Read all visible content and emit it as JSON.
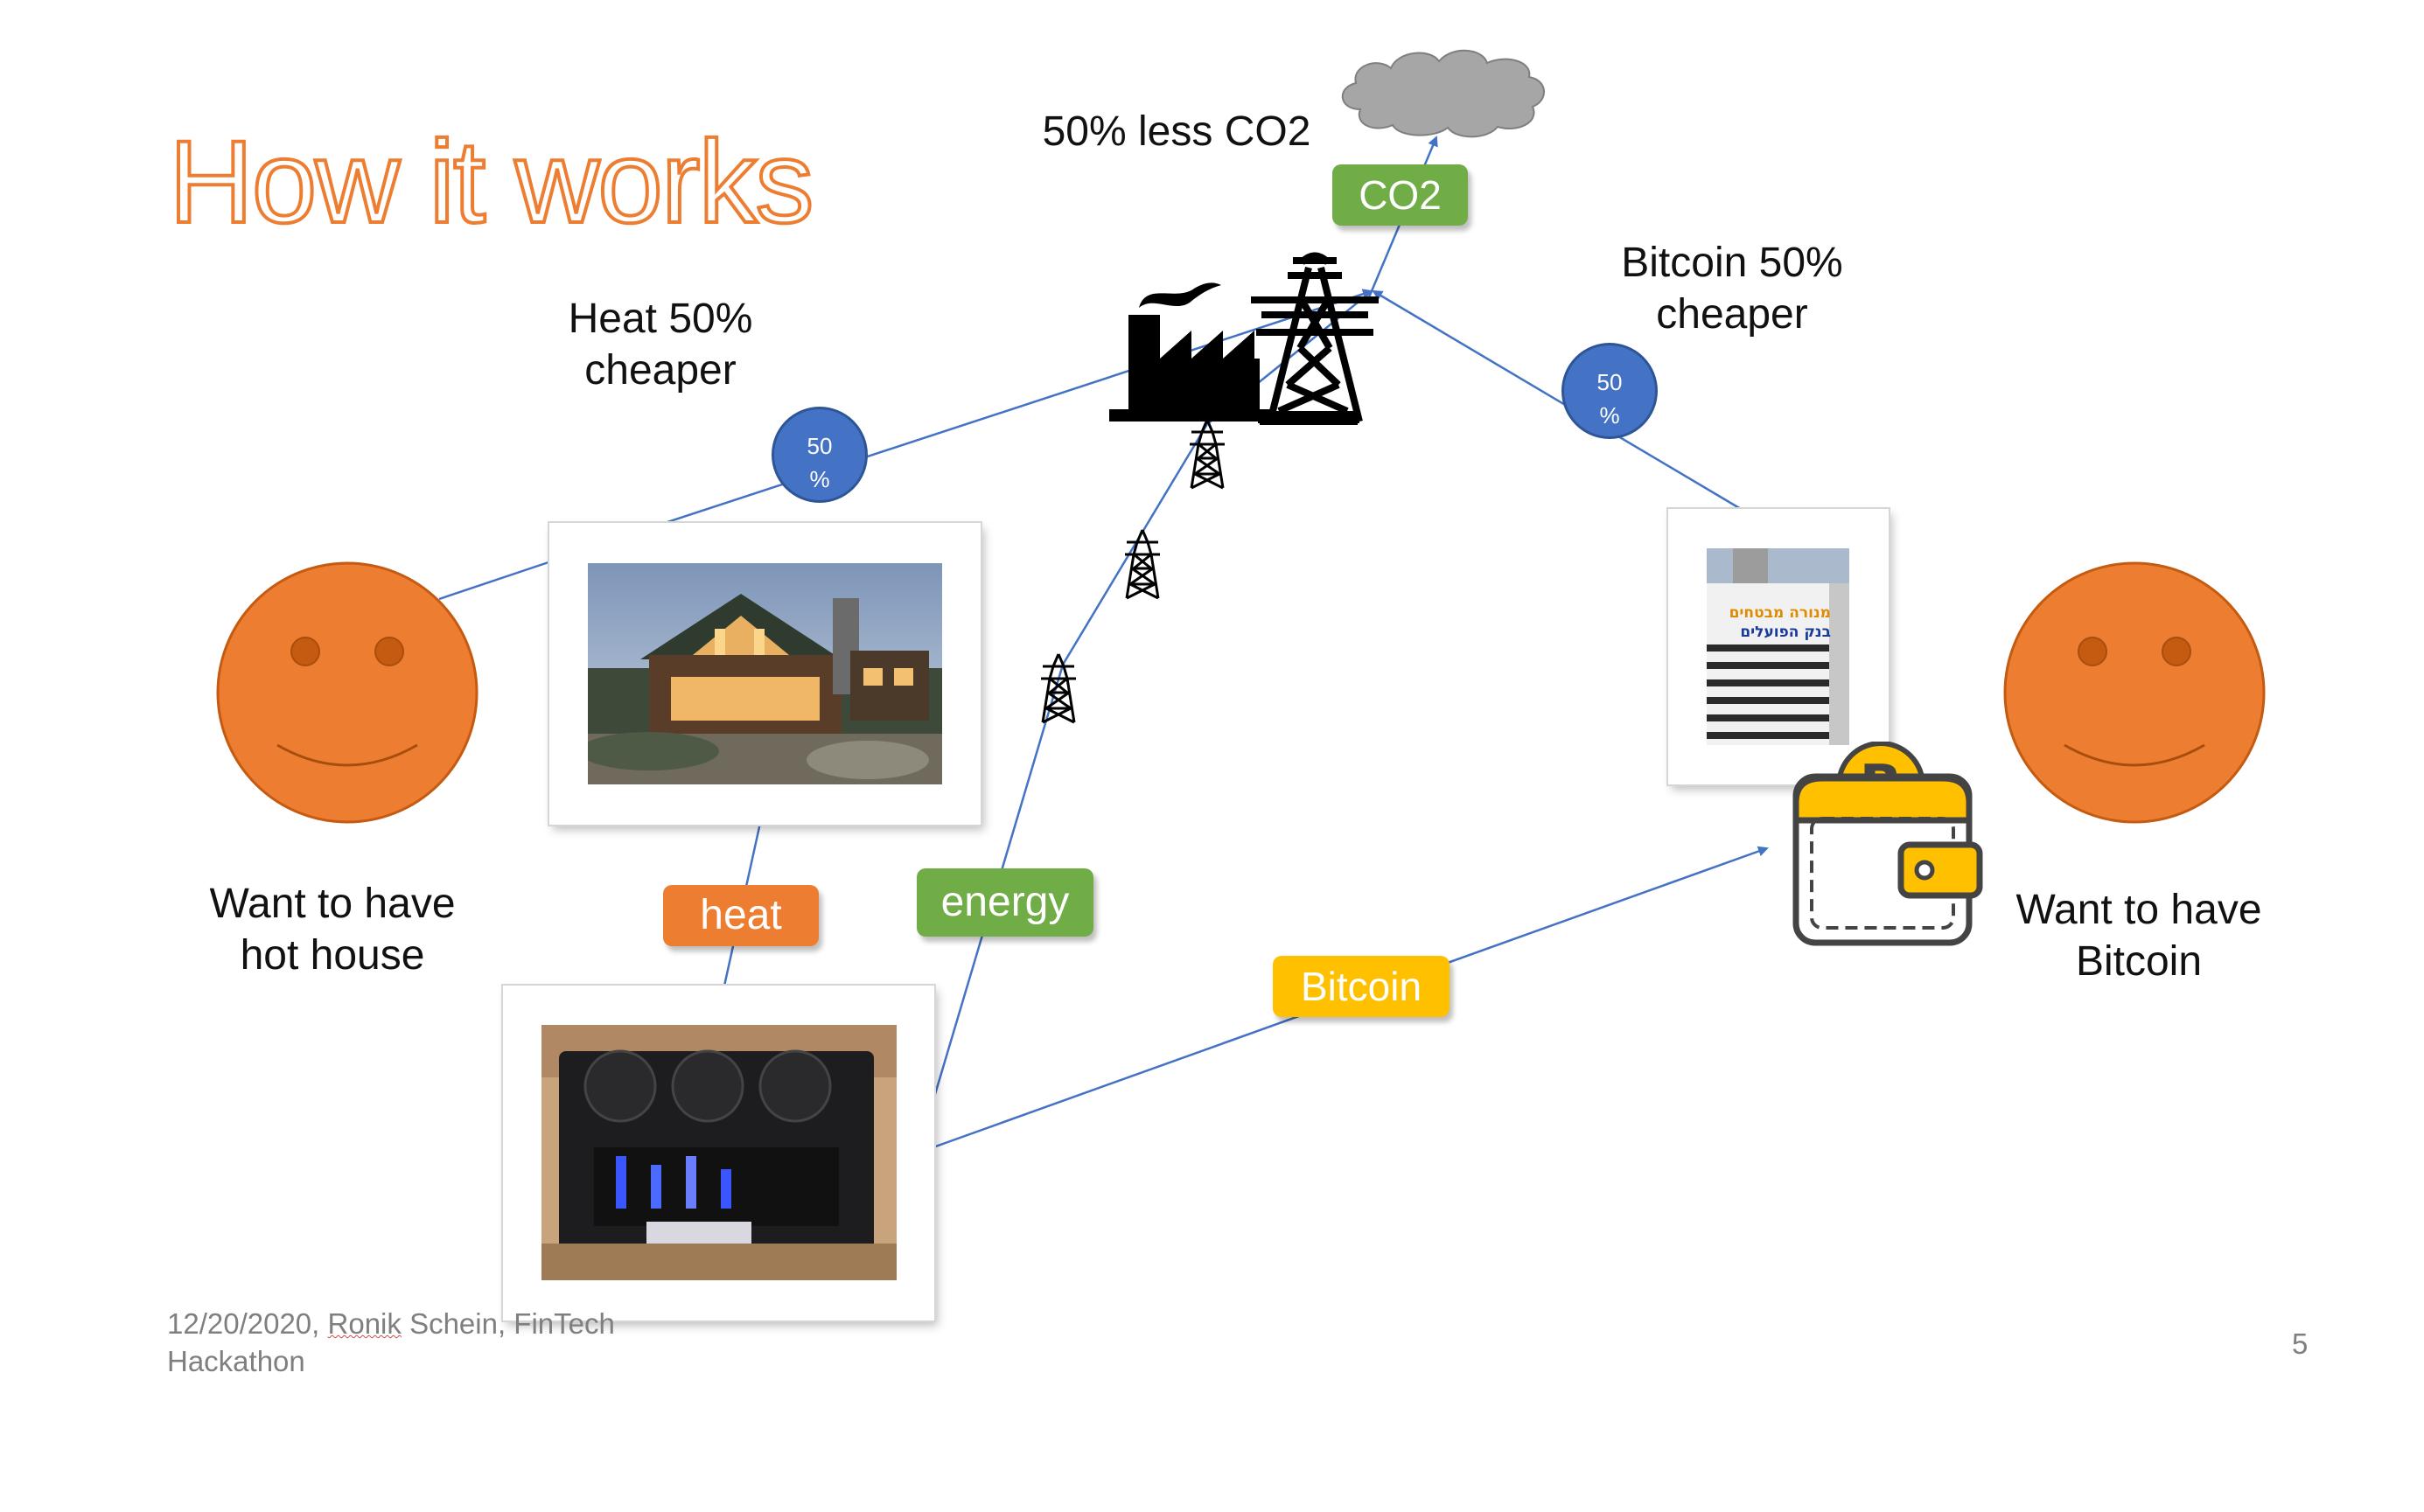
{
  "slide": {
    "title": "How it works",
    "co2_caption": "50% less CO2",
    "heat_caption": [
      "Heat 50%",
      "cheaper"
    ],
    "bitcoin_caption": [
      "Bitcoin 50%",
      "cheaper"
    ],
    "left_person_caption": [
      "Want to have",
      "hot house"
    ],
    "right_person_caption": [
      "Want to have",
      "Bitcoin"
    ],
    "badge_heat": [
      "50",
      "%"
    ],
    "badge_bitcoin": [
      "50",
      "%"
    ]
  },
  "tags": {
    "co2": "CO2",
    "heat": "heat",
    "energy": "energy",
    "bitcoin": "Bitcoin"
  },
  "bank_sign": {
    "line1": "מנורה מבטחים",
    "line2": "בנק הפועלים"
  },
  "footer": {
    "date": "12/20/2020,",
    "author_first": "Ronik",
    "rest_line1": "Schein, FinTech",
    "line2": "Hackathon"
  },
  "page_number": "5",
  "colors": {
    "title_orange": "#ED7D31",
    "face_orange": "#ED7D31",
    "tag_green": "#70AD47",
    "tag_orange": "#ED7D31",
    "tag_yellow": "#FFC000",
    "badge_blue": "#4472C4",
    "connector_blue": "#4472C4",
    "cloud_gray": "#A6A6A6"
  },
  "icons": [
    "cloud-icon",
    "factory-icon",
    "power-pylon-icon",
    "smiley-face-icon",
    "bitcoin-wallet-icon"
  ]
}
